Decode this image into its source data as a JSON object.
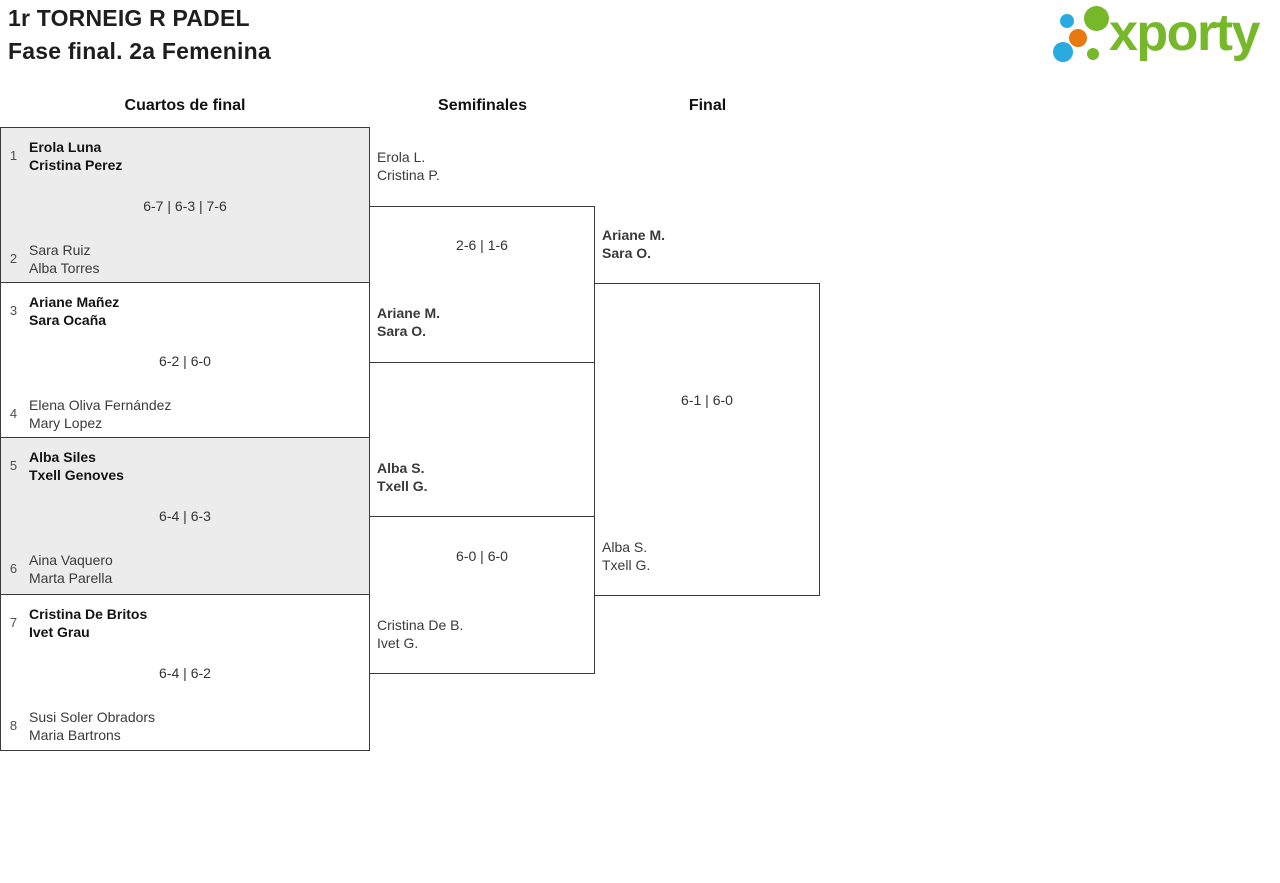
{
  "header": {
    "title_line1": "1r TORNEIG R PADEL",
    "title_line2": "Fase final. 2a Femenina",
    "logo_text": "xporty"
  },
  "columns": [
    {
      "label": "Cuartos de final"
    },
    {
      "label": "Semifinales"
    },
    {
      "label": "Final"
    }
  ],
  "colors": {
    "brand_green": "#76b82a",
    "brand_blue": "#29abe2",
    "brand_orange": "#e8790f",
    "shaded_box_bg": "#ececec",
    "border": "#3a3a3a",
    "winner_text": "#141414",
    "regular_text": "#3a3a3a"
  },
  "bracket": {
    "quarterfinals": [
      {
        "seed_top": "1",
        "team_top": [
          "Erola Luna",
          "Cristina Perez"
        ],
        "score": "6-7 | 6-3 | 7-6",
        "seed_bottom": "2",
        "team_bottom": [
          "Sara Ruiz",
          "Alba Torres"
        ]
      },
      {
        "seed_top": "3",
        "team_top": [
          "Ariane Mañez",
          "Sara Ocaña"
        ],
        "score": "6-2 | 6-0",
        "seed_bottom": "4",
        "team_bottom": [
          "Elena Oliva Fernández",
          "Mary Lopez"
        ]
      },
      {
        "seed_top": "5",
        "team_top": [
          "Alba Siles",
          "Txell Genoves"
        ],
        "score": "6-4 | 6-3",
        "seed_bottom": "6",
        "team_bottom": [
          "Aina Vaquero",
          "Marta Parella"
        ]
      },
      {
        "seed_top": "7",
        "team_top": [
          "Cristina De Britos",
          "Ivet Grau"
        ],
        "score": "6-4 | 6-2",
        "seed_bottom": "8",
        "team_bottom": [
          "Susi Soler Obradors",
          "Maria Bartrons"
        ]
      }
    ],
    "semifinals": [
      {
        "team_top": [
          "Erola L.",
          "Cristina P."
        ],
        "score": "2-6 | 1-6",
        "team_bottom": [
          "Ariane M.",
          "Sara O."
        ]
      },
      {
        "team_top": [
          "Alba S.",
          "Txell G."
        ],
        "score": "6-0 | 6-0",
        "team_bottom": [
          "Cristina De B.",
          "Ivet G."
        ]
      }
    ],
    "final": {
      "team_top": [
        "Ariane M.",
        "Sara O."
      ],
      "score": "6-1 | 6-0",
      "team_bottom": [
        "Alba S.",
        "Txell G."
      ]
    }
  }
}
